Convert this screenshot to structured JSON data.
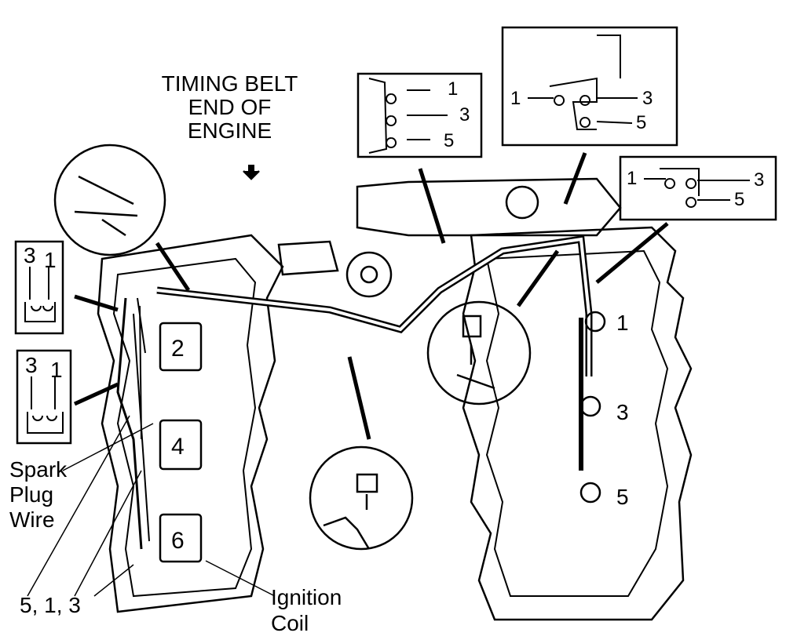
{
  "diagram": {
    "header": {
      "line1": "TIMING BELT",
      "line2": "END OF",
      "line3": "ENGINE"
    },
    "callouts": {
      "spark_plug_wire": [
        "Spark",
        "Plug",
        "Wire"
      ],
      "ignition_coil": [
        "Ignition",
        "Coil"
      ],
      "firing_group": "5, 1, 3"
    },
    "coil_numbers": [
      "2",
      "4",
      "6"
    ],
    "cylinder_numbers": [
      "1",
      "3",
      "5"
    ],
    "inset_clamp_a": {
      "left": "3",
      "right": "1"
    },
    "inset_clamp_b": {
      "left": "3",
      "right": "1"
    },
    "inset_clamp_c": {
      "top": "1",
      "mid": "3",
      "bottom": "5"
    },
    "inset_clamp_d": {
      "left": "1",
      "right": "3",
      "bottom": "5"
    },
    "inset_clamp_e": {
      "left": "1",
      "right": "3",
      "bottom": "5"
    },
    "colors": {
      "ink": "#000000",
      "paper": "#ffffff"
    }
  }
}
